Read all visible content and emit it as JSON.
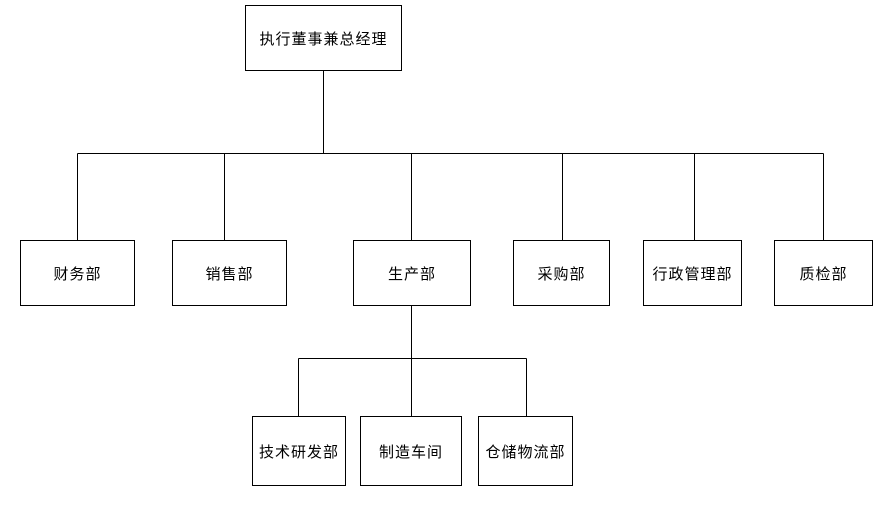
{
  "diagram": {
    "type": "org-chart",
    "colors": {
      "line": "#000000",
      "box_border": "#000000",
      "box_fill": "#ffffff",
      "text": "#000000",
      "background": "#ffffff"
    },
    "nodes": [
      {
        "id": "general-manager",
        "label": "执行董事兼总经理",
        "level": 1,
        "parent": null
      },
      {
        "id": "finance",
        "label": "财务部",
        "level": 2,
        "parent": "general-manager"
      },
      {
        "id": "sales",
        "label": "销售部",
        "level": 2,
        "parent": "general-manager"
      },
      {
        "id": "production",
        "label": "生产部",
        "level": 2,
        "parent": "general-manager"
      },
      {
        "id": "purchasing",
        "label": "采购部",
        "level": 2,
        "parent": "general-manager"
      },
      {
        "id": "admin",
        "label": "行政管理部",
        "level": 2,
        "parent": "general-manager"
      },
      {
        "id": "quality",
        "label": "质检部",
        "level": 2,
        "parent": "general-manager"
      },
      {
        "id": "rnd",
        "label": "技术研发部",
        "level": 3,
        "parent": "production"
      },
      {
        "id": "workshop",
        "label": "制造车间",
        "level": 3,
        "parent": "production"
      },
      {
        "id": "logistics",
        "label": "仓储物流部",
        "level": 3,
        "parent": "production"
      }
    ]
  }
}
